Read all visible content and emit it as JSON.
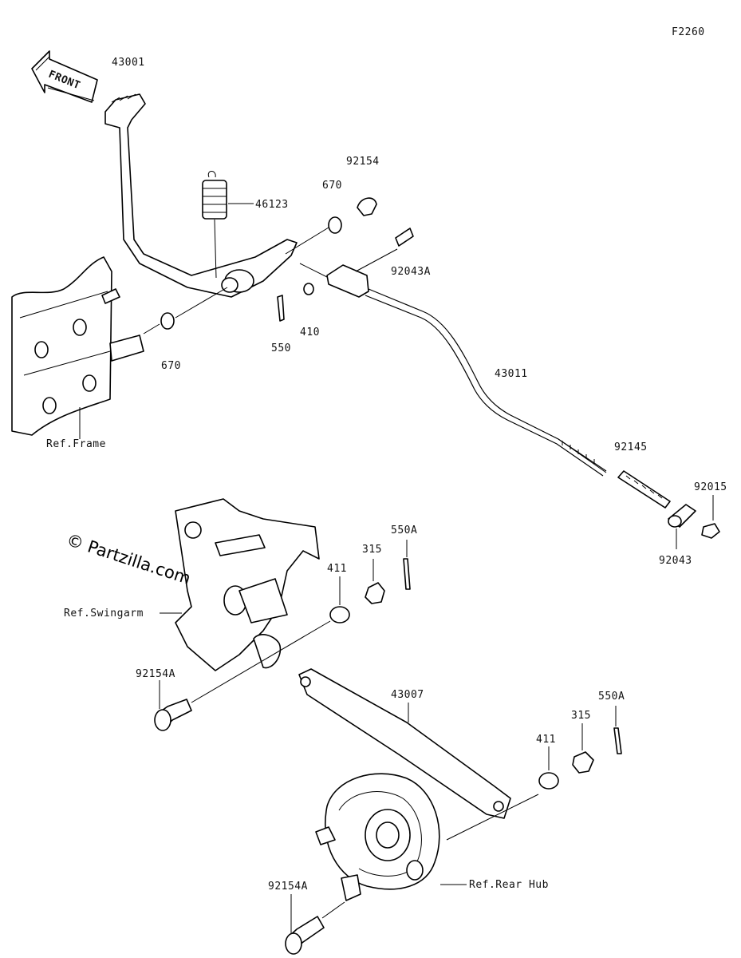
{
  "diagram": {
    "figure_code": "F2260",
    "front_label": "FRONT",
    "watermark": "© Partzilla.com",
    "colors": {
      "line": "#000000",
      "background": "#ffffff"
    },
    "part_labels": [
      "43001",
      "46123",
      "670",
      "92154",
      "92043A",
      "410",
      "550",
      "670",
      "43011",
      "92145",
      "92015",
      "92043",
      "550A",
      "315",
      "411",
      "92154A",
      "43007",
      "411",
      "315",
      "550A",
      "92154A"
    ],
    "ref_labels": [
      "Ref.Frame",
      "Ref.Swingarm",
      "Ref.Rear Hub"
    ]
  }
}
